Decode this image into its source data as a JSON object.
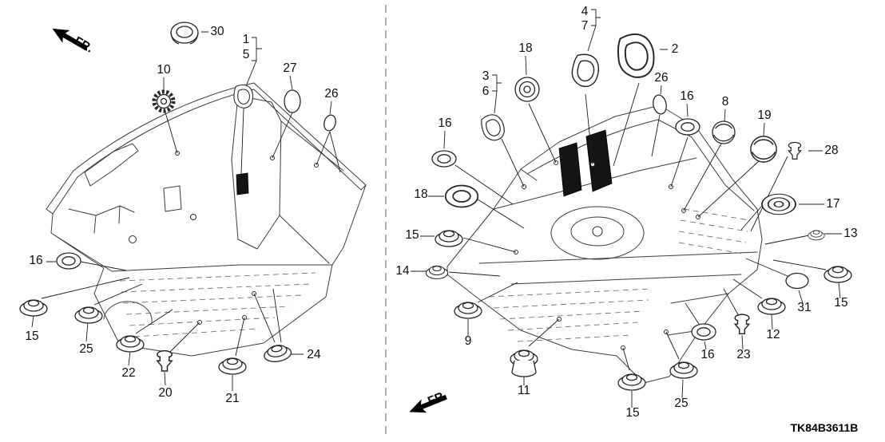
{
  "meta": {
    "part_code": "TK84B3611B"
  },
  "labels": {
    "fr_left": "FR.",
    "fr_right": "FR."
  },
  "callouts": {
    "left": [
      {
        "label": "30"
      },
      {
        "label": "1"
      },
      {
        "label": "5"
      },
      {
        "label": "27"
      },
      {
        "label": "26"
      },
      {
        "label": "10"
      },
      {
        "label": "16"
      },
      {
        "label": "15"
      },
      {
        "label": "25"
      },
      {
        "label": "22"
      },
      {
        "label": "20"
      },
      {
        "label": "21"
      },
      {
        "label": "24"
      }
    ],
    "right": [
      {
        "label": "4"
      },
      {
        "label": "7"
      },
      {
        "label": "2"
      },
      {
        "label": "18"
      },
      {
        "label": "3"
      },
      {
        "label": "6"
      },
      {
        "label": "26"
      },
      {
        "label": "16"
      },
      {
        "label": "8"
      },
      {
        "label": "19"
      },
      {
        "label": "28"
      },
      {
        "label": "16"
      },
      {
        "label": "18"
      },
      {
        "label": "17"
      },
      {
        "label": "13"
      },
      {
        "label": "15"
      },
      {
        "label": "14"
      },
      {
        "label": "31"
      },
      {
        "label": "15"
      },
      {
        "label": "12"
      },
      {
        "label": "23"
      },
      {
        "label": "9"
      },
      {
        "label": "11"
      },
      {
        "label": "25"
      },
      {
        "label": "16"
      },
      {
        "label": "15"
      }
    ]
  },
  "icons": {
    "fr_arrow": "direction-arrow",
    "grommet_round": "concentric-ellipse-grommet",
    "grommet_ring": "ring-grommet",
    "plug_dome": "dome-plug",
    "push_clip": "push-clip",
    "cap": "cylinder-cap",
    "gear_grommet": "toothed-grommet",
    "seal_panel": "irregular-ring-seal",
    "blank_plug": "plain-oval-plug"
  },
  "colors": {
    "background": "#ffffff",
    "line": "#333333",
    "installed_seal": "#141414"
  }
}
